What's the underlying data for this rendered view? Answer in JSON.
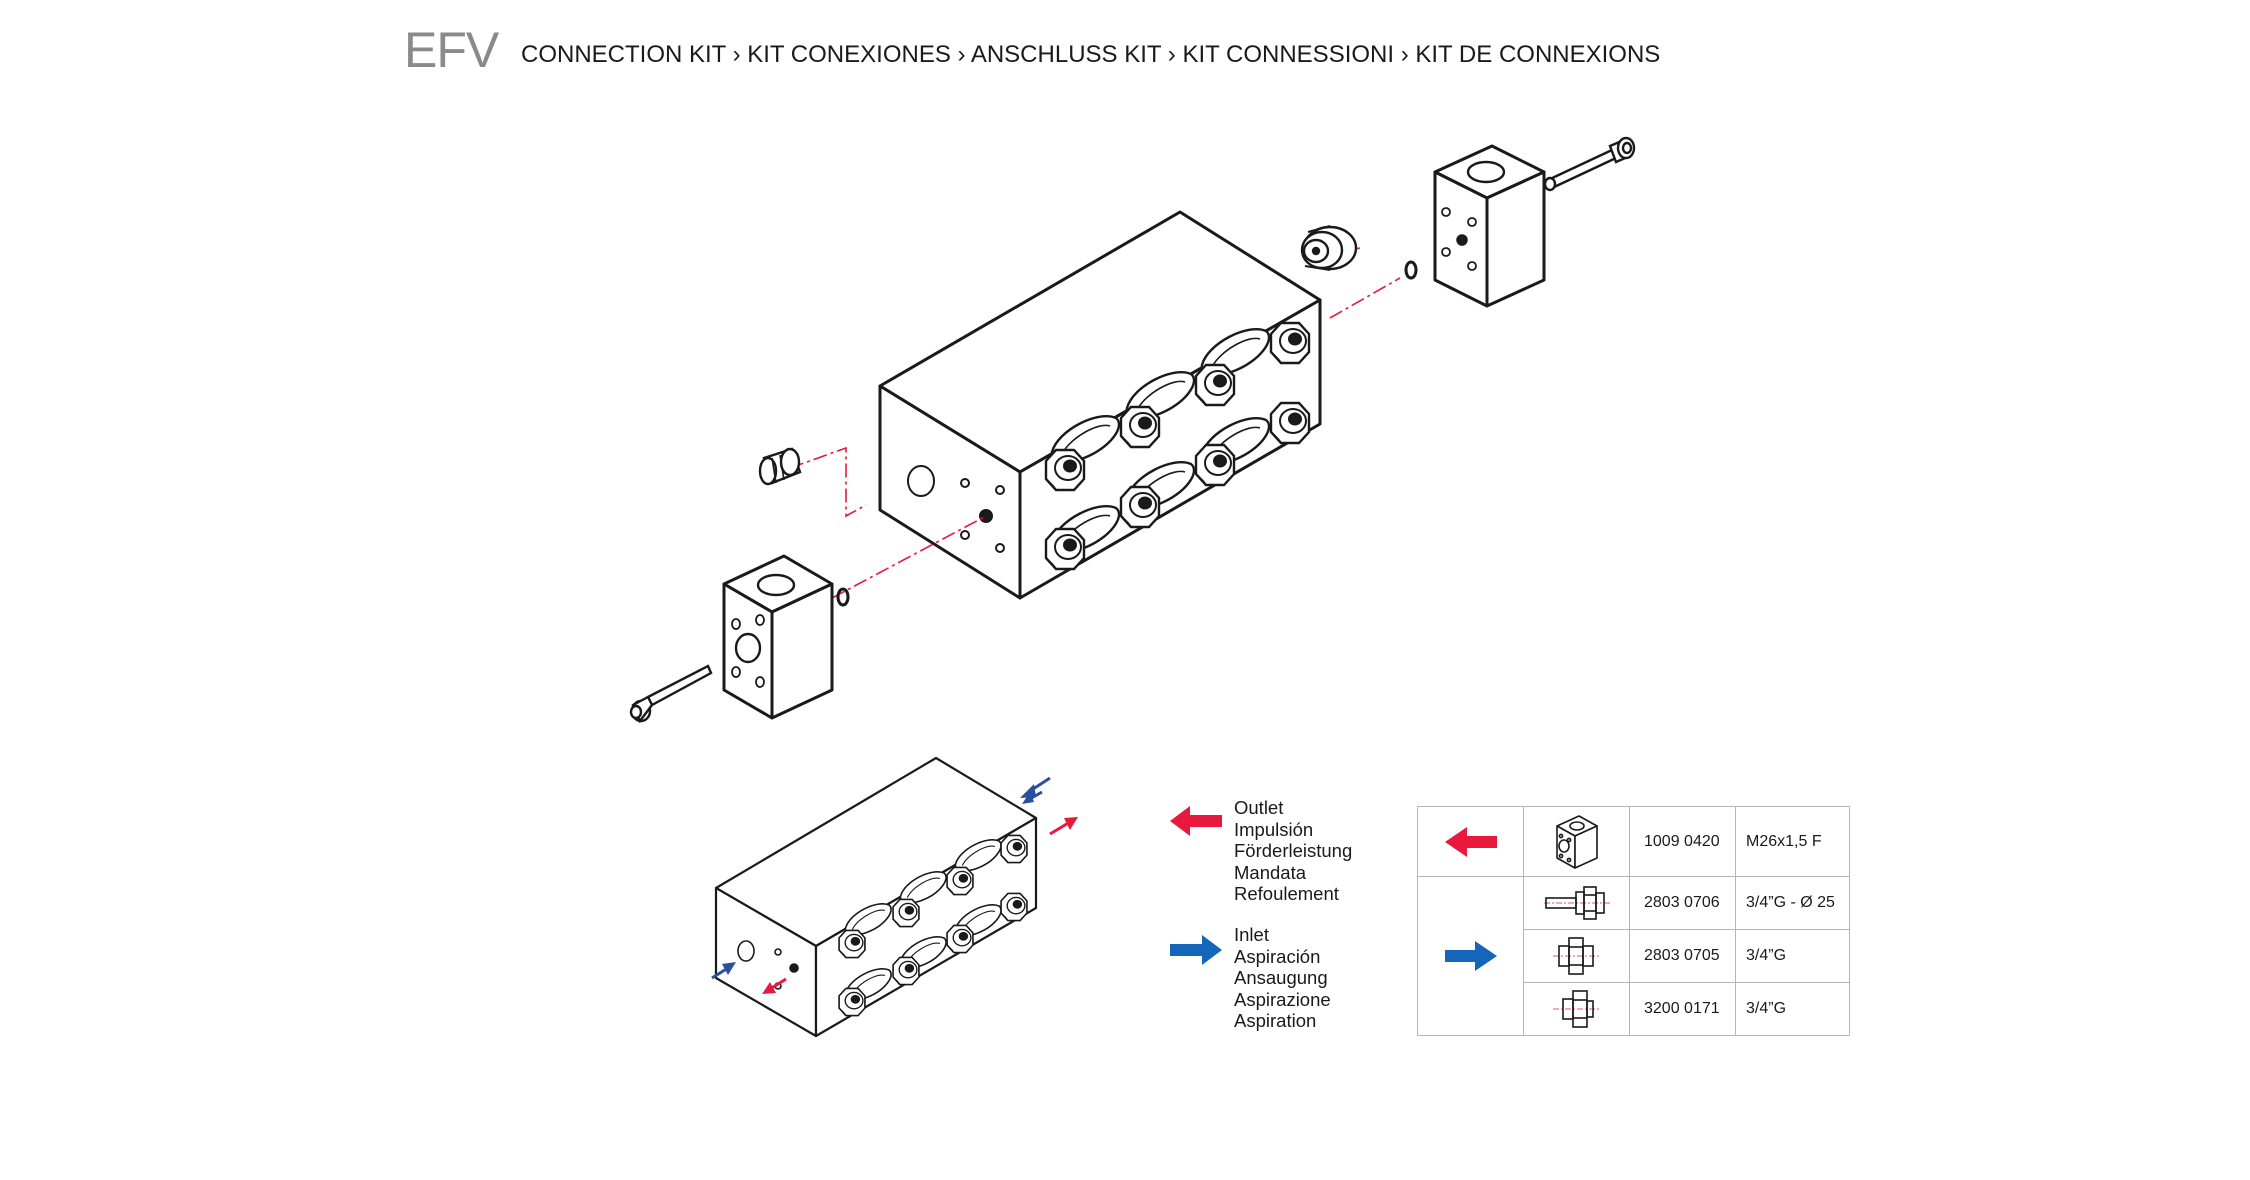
{
  "header": {
    "code": "EFV",
    "title": "CONNECTION KIT › KIT CONEXIONES › ANSCHLUSS KIT › KIT CONNESSIONI › KIT DE CONNEXIONS"
  },
  "colors": {
    "outlet_arrow": "#e8193c",
    "inlet_arrow": "#1565b8",
    "line": "#1a1a1a",
    "table_border": "#b5b5b5",
    "code_grey": "#8a8a8a"
  },
  "legend": {
    "outlet": {
      "icon": "red-arrow-left-icon",
      "labels": [
        "Outlet",
        "Impulsión",
        "Förderleistung",
        "Mandata",
        "Refoulement"
      ]
    },
    "inlet": {
      "icon": "blue-arrow-right-icon",
      "labels": [
        "Inlet",
        "Aspiración",
        "Ansaugung",
        "Aspirazione",
        "Aspiration"
      ]
    }
  },
  "parts_table": {
    "rows": [
      {
        "direction": "outlet",
        "icon": "flange-block-icon",
        "code": "1009 0420",
        "spec": "M26x1,5 F"
      },
      {
        "direction": "inlet",
        "icon": "hose-tail-fitting-icon",
        "code": "2803 0706",
        "spec": "3/4”G - Ø 25"
      },
      {
        "direction": "inlet",
        "icon": "double-nipple-icon",
        "code": "2803 0705",
        "spec": "3/4”G"
      },
      {
        "direction": "inlet",
        "icon": "reducing-nipple-icon",
        "code": "3200 0171",
        "spec": "3/4”G"
      }
    ]
  }
}
